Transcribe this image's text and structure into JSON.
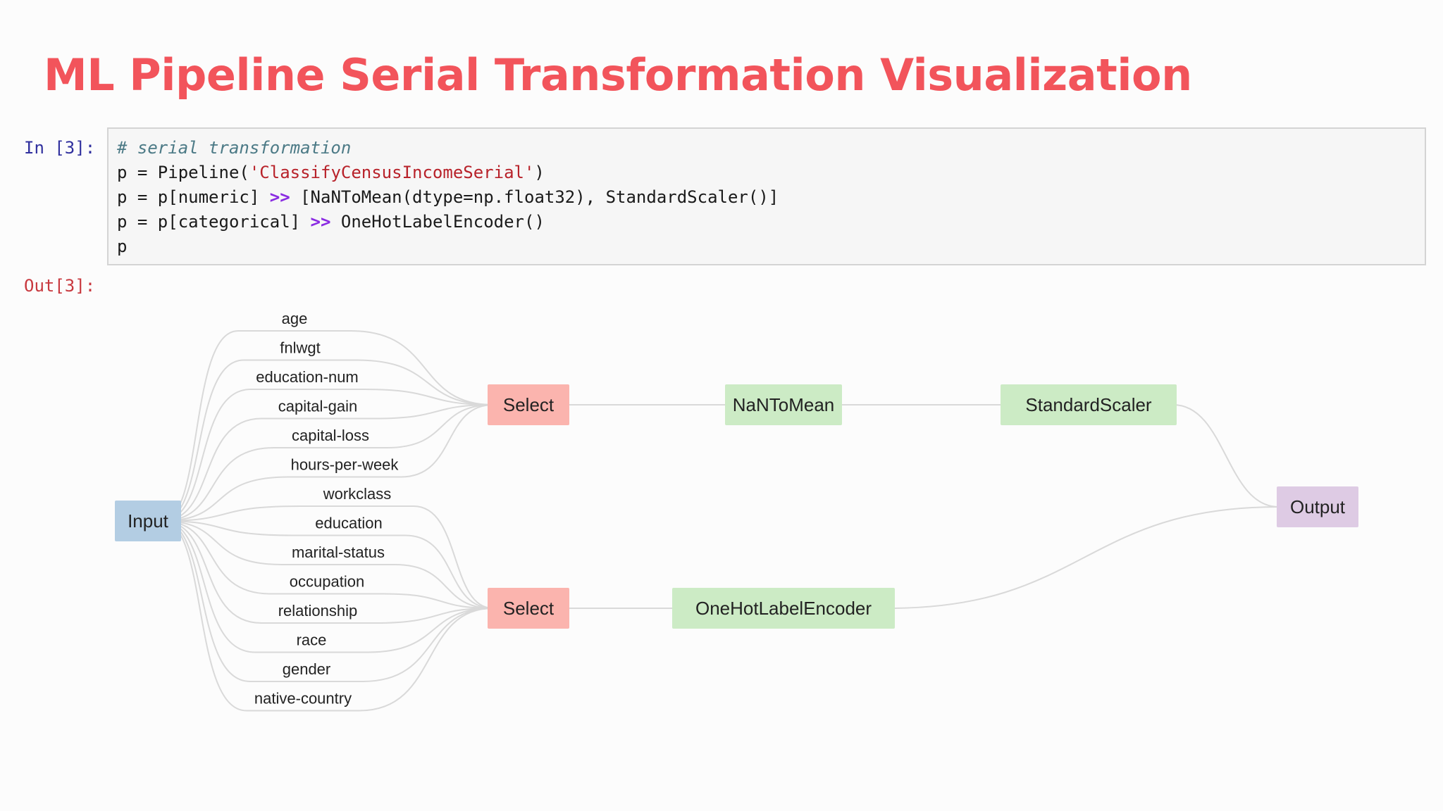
{
  "title": "ML Pipeline Serial Transformation Visualization",
  "cell": {
    "in_prompt": "In [3]:",
    "out_prompt": "Out[3]:",
    "code_lines": [
      [
        {
          "t": "# serial transformation",
          "c": "cm"
        }
      ],
      [
        {
          "t": "p = Pipeline(",
          "c": ""
        },
        {
          "t": "'ClassifyCensusIncomeSerial'",
          "c": "st"
        },
        {
          "t": ")",
          "c": ""
        }
      ],
      [
        {
          "t": "p = p[numeric] ",
          "c": ""
        },
        {
          "t": ">>",
          "c": "op"
        },
        {
          "t": " [NaNToMean(dtype=np.float32), StandardScaler()]",
          "c": ""
        }
      ],
      [
        {
          "t": "p = p[categorical] ",
          "c": ""
        },
        {
          "t": ">>",
          "c": "op"
        },
        {
          "t": " OneHotLabelEncoder()",
          "c": ""
        }
      ],
      [
        {
          "t": "p",
          "c": ""
        }
      ]
    ]
  },
  "graph": {
    "colors": {
      "input": "#b3cde3",
      "select": "#fbb4ae",
      "transform": "#ccebc5",
      "output": "#decbe4",
      "edge": "#d9d9d9"
    },
    "input_label": "Input",
    "output_label": "Output",
    "numeric_features": [
      "age",
      "fnlwgt",
      "education-num",
      "capital-gain",
      "capital-loss",
      "hours-per-week"
    ],
    "categorical_features": [
      "workclass",
      "education",
      "marital-status",
      "occupation",
      "relationship",
      "race",
      "gender",
      "native-country"
    ],
    "numeric_branch": {
      "select_label": "Select",
      "steps": [
        "NaNToMean",
        "StandardScaler"
      ]
    },
    "categorical_branch": {
      "select_label": "Select",
      "steps": [
        "OneHotLabelEncoder"
      ]
    }
  }
}
